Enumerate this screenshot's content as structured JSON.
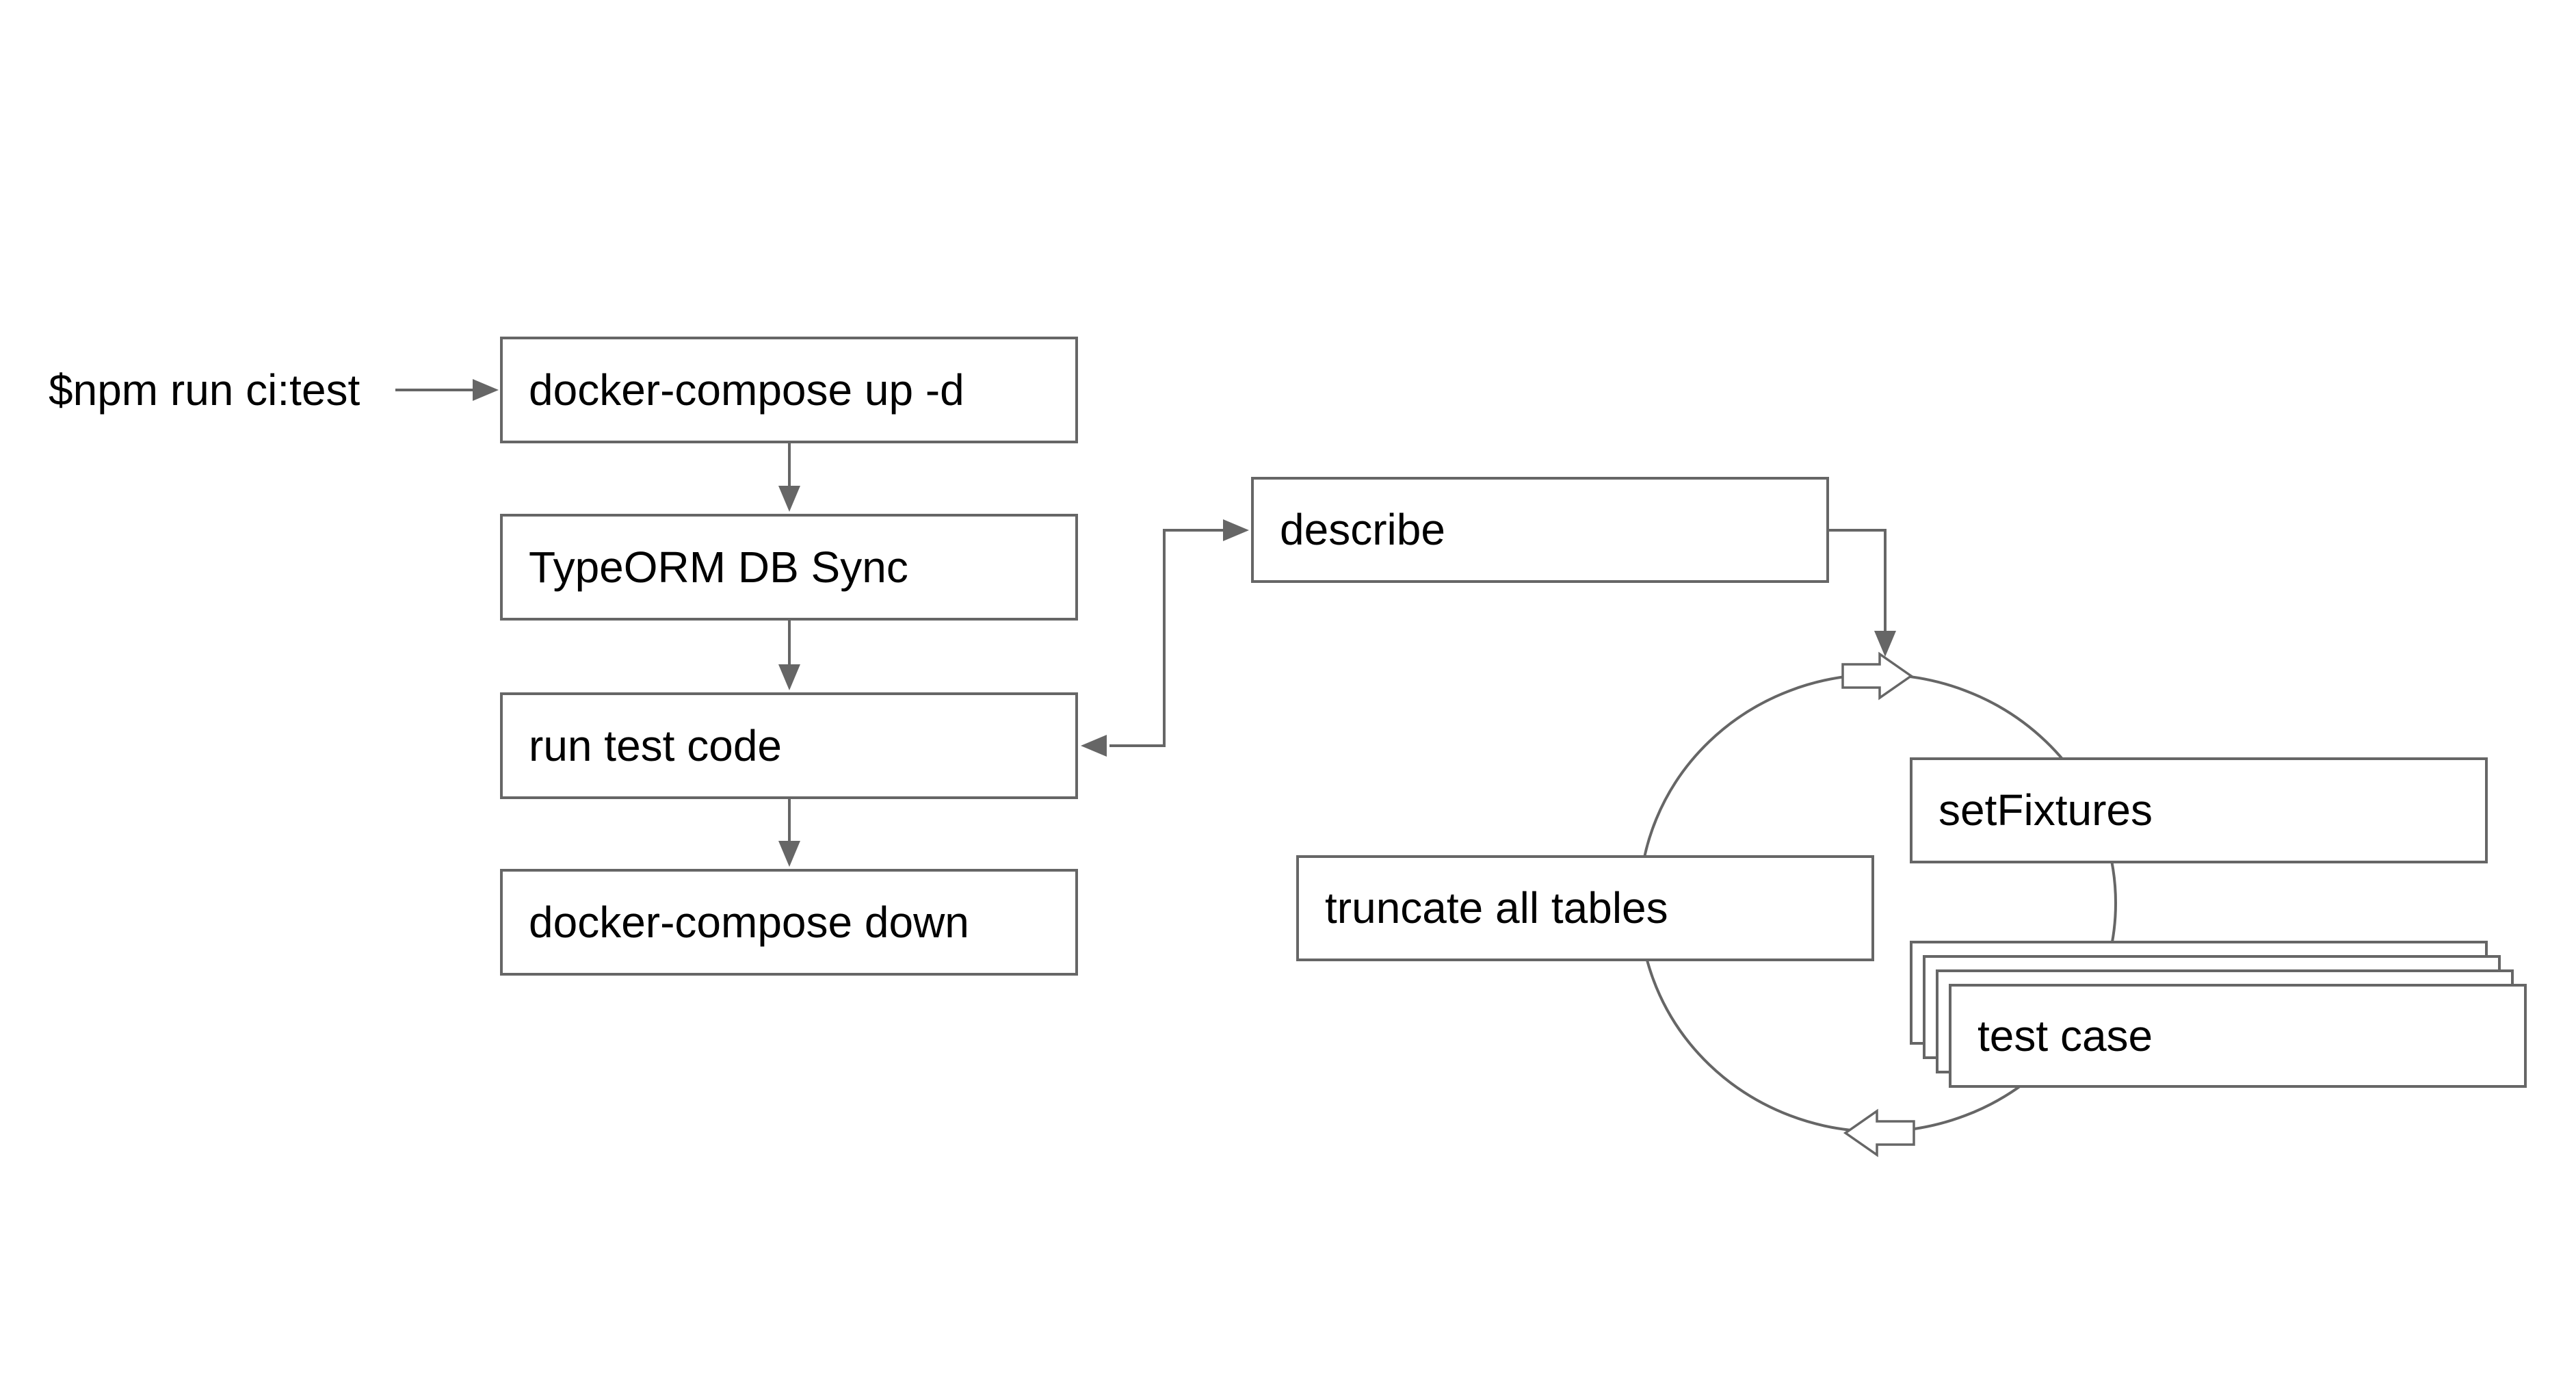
{
  "diagram": {
    "colors": {
      "background": "#ffffff",
      "stroke": "#666666",
      "text": "#000000",
      "node_fill": "#ffffff"
    },
    "cli": {
      "command": "$npm run ci:test"
    },
    "nodes": {
      "docker_up": "docker-compose up -d",
      "typeorm_sync": "TypeORM DB Sync",
      "run_test": "run test code",
      "docker_down": "docker-compose down",
      "describe": "describe",
      "truncate_tables": "truncate all tables",
      "set_fixtures": "setFixtures",
      "test_case": "test case"
    },
    "icons": {
      "cycle_direction_top": "block-arrow-right",
      "cycle_direction_bottom": "block-arrow-left"
    }
  }
}
